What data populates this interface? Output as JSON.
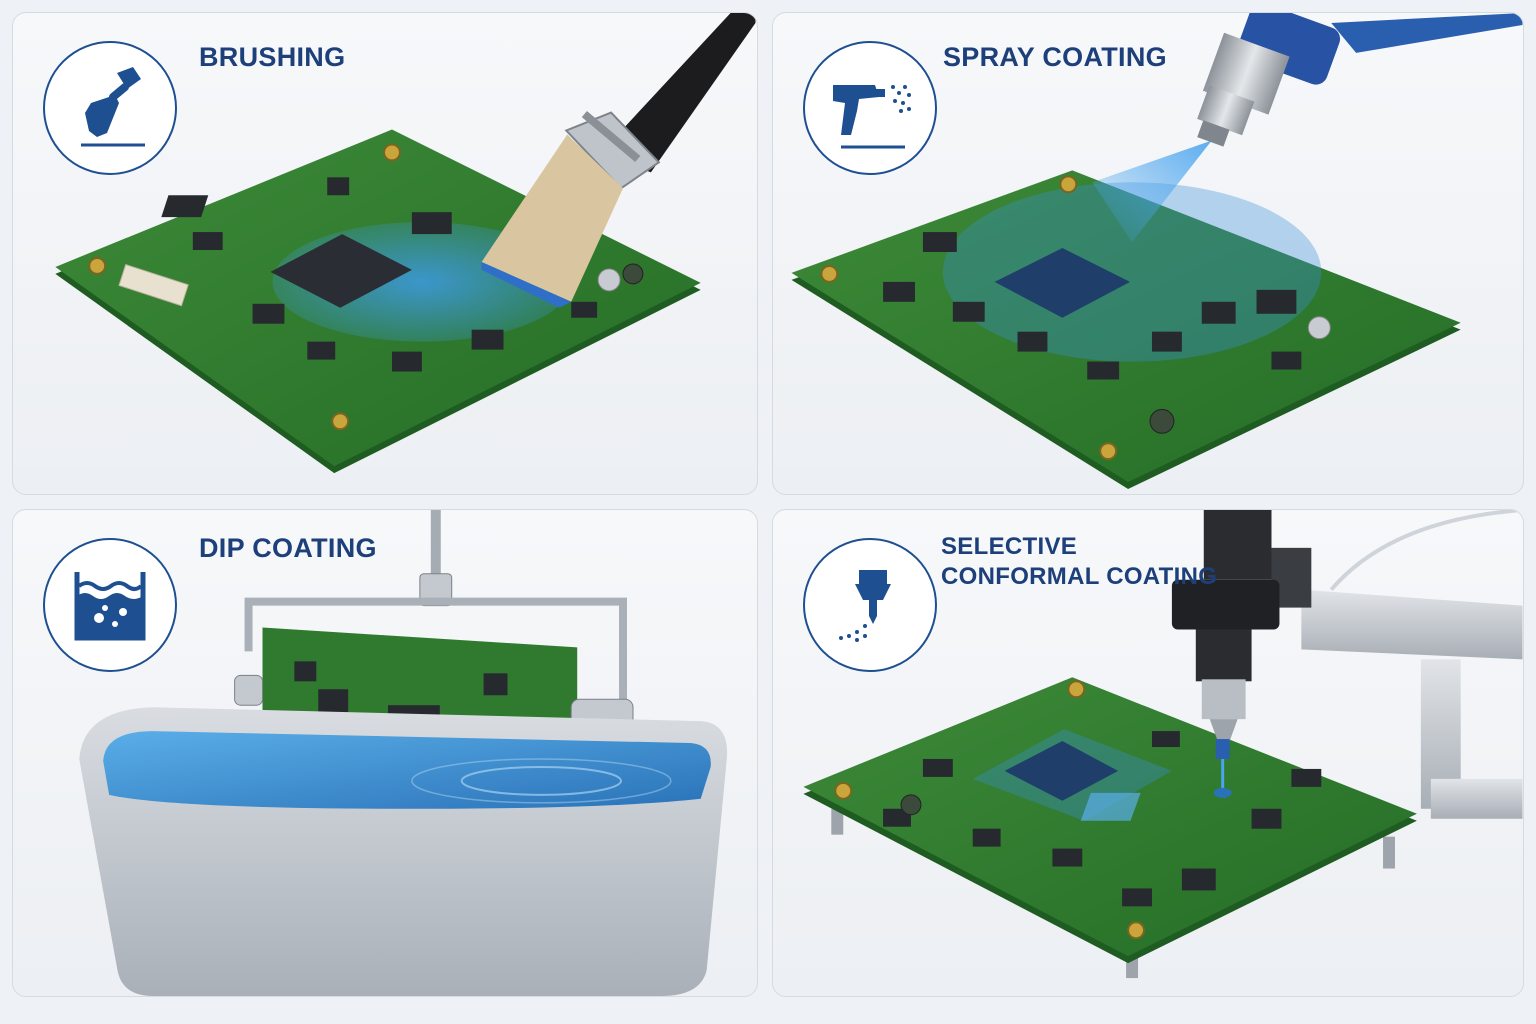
{
  "panels": [
    {
      "title": "BRUSHING",
      "icon": "paintbrush-icon"
    },
    {
      "title": "SPRAY COATING",
      "icon": "spray-gun-icon"
    },
    {
      "title": "DIP COATING",
      "icon": "dip-tank-icon"
    },
    {
      "title_line1": "SELECTIVE",
      "title_line2": "CONFORMAL COATING",
      "icon": "selective-nozzle-icon"
    }
  ],
  "colors": {
    "title": "#1d3f7a",
    "icon_stroke": "#1d4f91",
    "pcb_green": "#2f7a2f",
    "coating_blue": "#3a8fd8",
    "panel_border": "#d6dbe2"
  }
}
